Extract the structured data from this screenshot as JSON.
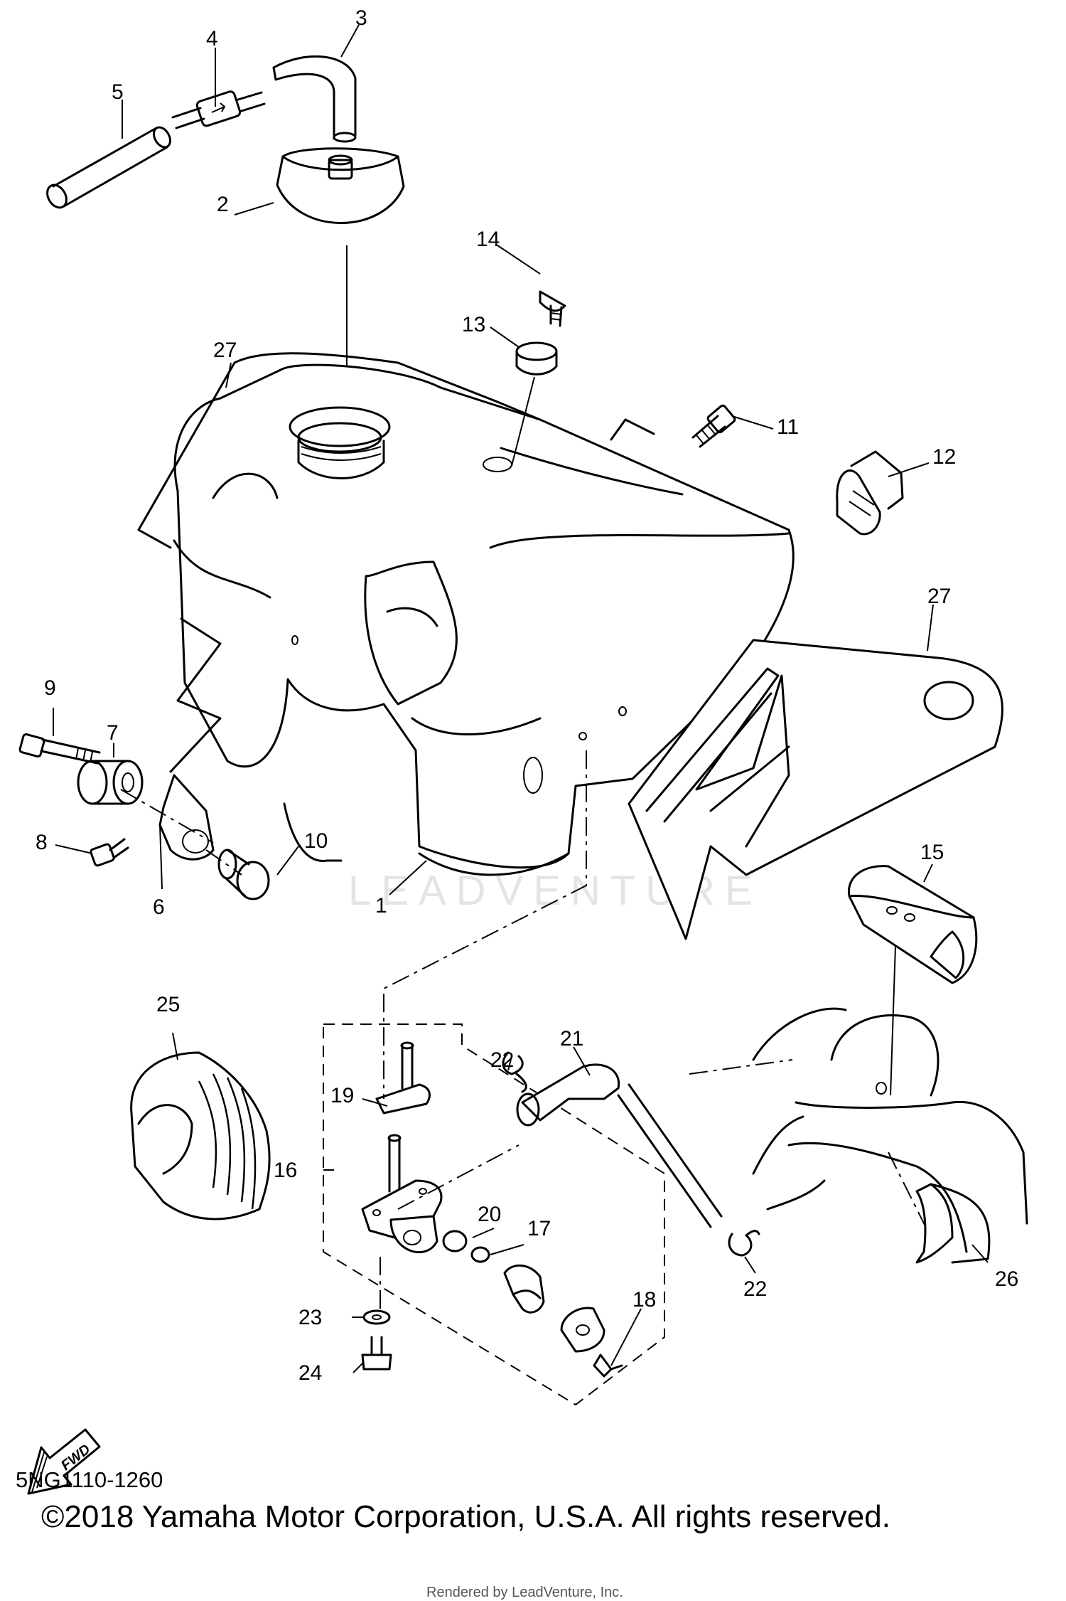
{
  "diagram": {
    "callouts": [
      "1",
      "2",
      "3",
      "4",
      "5",
      "6",
      "7",
      "8",
      "9",
      "10",
      "11",
      "12",
      "13",
      "14",
      "15",
      "16",
      "17",
      "18",
      "19",
      "20",
      "21",
      "22",
      "22",
      "23",
      "24",
      "25",
      "26",
      "27",
      "27"
    ],
    "fwd_label": "FWD",
    "watermark": "LEADVENTURE"
  },
  "footer": {
    "ref_code": "5NG1110-1260",
    "copyright": "©2018 Yamaha Motor Corporation, U.S.A. All rights reserved.",
    "rendered_by": "Rendered by LeadVenture, Inc."
  }
}
